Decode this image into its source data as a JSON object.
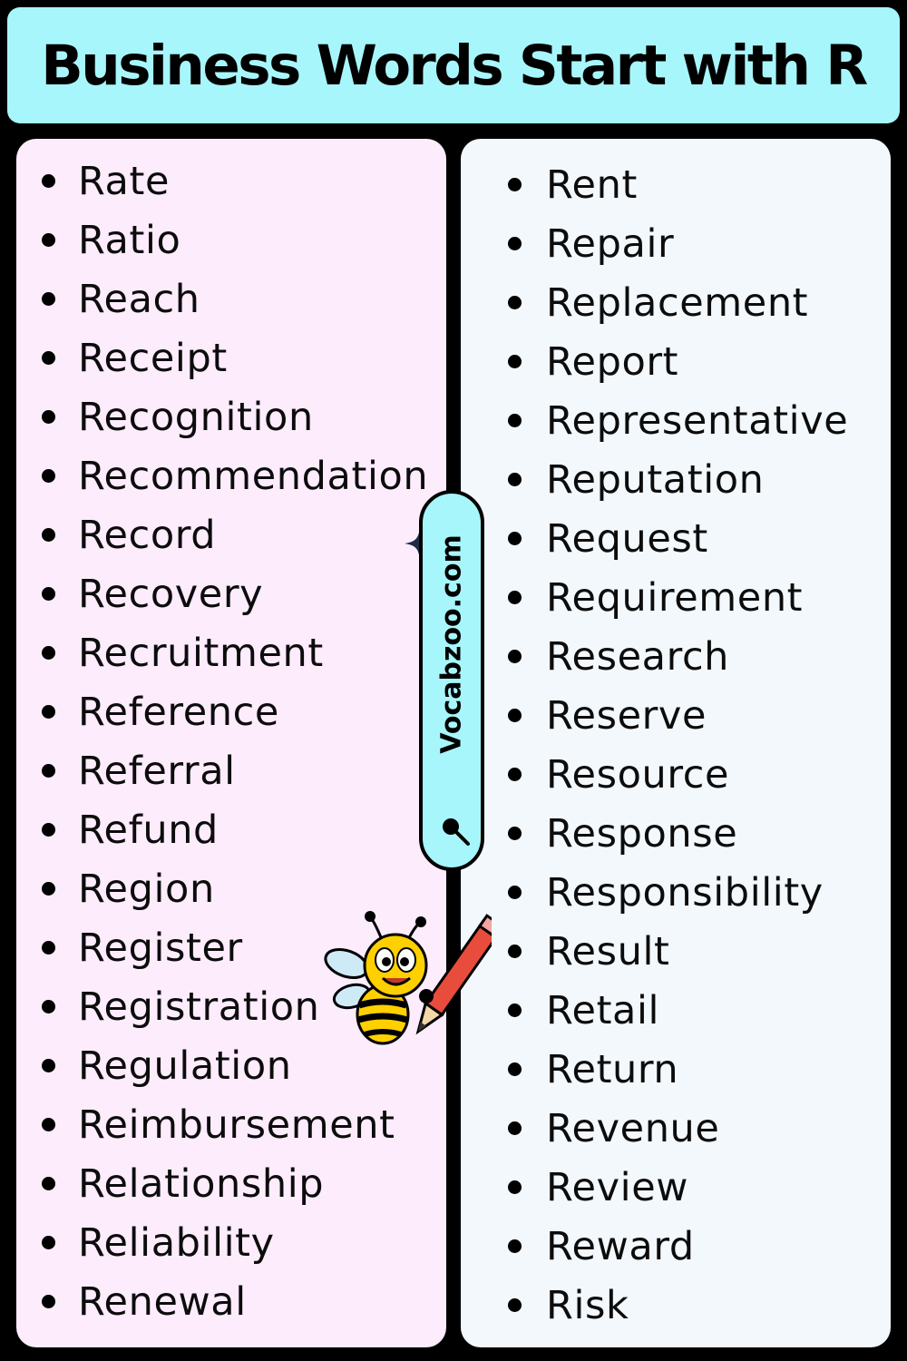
{
  "header": {
    "title": "Business Words Start with R"
  },
  "left_words": [
    "Rate",
    "Ratio",
    "Reach",
    "Receipt",
    "Recognition",
    "Recommendation",
    "Record",
    "Recovery",
    "Recruitment",
    "Reference",
    "Referral",
    "Refund",
    "Region",
    "Register",
    "Registration",
    "Regulation",
    "Reimbursement",
    "Relationship",
    "Reliability",
    "Renewal"
  ],
  "right_words": [
    "Rent",
    "Repair",
    "Replacement",
    "Report",
    "Representative",
    "Reputation",
    "Request",
    "Requirement",
    "Research",
    "Reserve",
    "Resource",
    "Response",
    "Responsibility",
    "Result",
    "Retail",
    "Return",
    "Revenue",
    "Review",
    "Reward",
    "Risk"
  ],
  "watermark": {
    "text": "Vocabzoo.com"
  },
  "icons": {
    "search": "magnifier-icon",
    "sparkle": "sparkle-icon",
    "mascot": "bee-with-pencil-illustration"
  },
  "colors": {
    "background": "#000000",
    "header_bg": "#a7f6fb",
    "left_panel_bg": "#fcecfc",
    "right_panel_bg": "#f3f8fc",
    "text": "#0c0c0c"
  }
}
